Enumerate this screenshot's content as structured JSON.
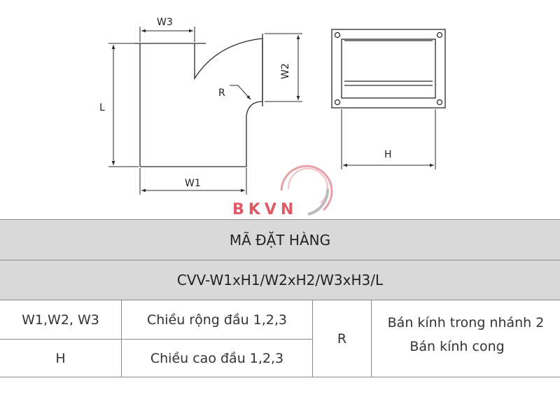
{
  "drawing": {
    "labels": {
      "w3": "W3",
      "w2": "W2",
      "l": "L",
      "r": "R",
      "w1": "W1",
      "h": "H"
    },
    "logo": "BKVN",
    "colors": {
      "line": "#2a2a2a",
      "logo_red": "#e05a66",
      "logo_gray": "#bbbbbb"
    }
  },
  "table": {
    "title": "MÃ ĐẶT HÀNG",
    "code": "CVV-W1xH1/W2xH2/W3xH3/L",
    "rows": [
      {
        "param": "W1,W2, W3",
        "desc": "Chiều rộng đầu 1,2,3"
      },
      {
        "param": "H",
        "desc": "Chiều cao đầu 1,2,3"
      }
    ],
    "r_param": "R",
    "r_desc_1": "Bán kính trong nhánh 2",
    "r_desc_2": "Bán kính cong",
    "colors": {
      "band": "#d9d9d9",
      "border": "#8a8a8a"
    }
  }
}
